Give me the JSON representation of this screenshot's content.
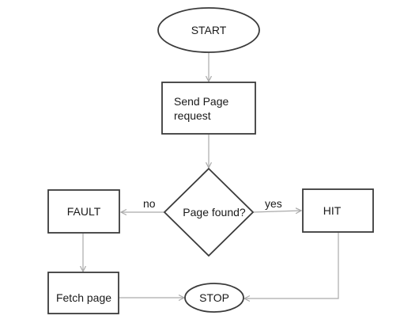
{
  "nodes": {
    "start": {
      "label": "START"
    },
    "send_request": {
      "line1": "Send Page",
      "line2": "request"
    },
    "decision": {
      "label": "Page found?"
    },
    "fault": {
      "label": "FAULT"
    },
    "hit": {
      "label": "HIT"
    },
    "fetch": {
      "label": "Fetch page"
    },
    "stop": {
      "label": "STOP"
    }
  },
  "edges": {
    "no_label": "no",
    "yes_label": "yes"
  },
  "colors": {
    "shape_stroke": "#3a3a3a",
    "connector": "#aaaaaa",
    "text": "#1a1a1a"
  }
}
